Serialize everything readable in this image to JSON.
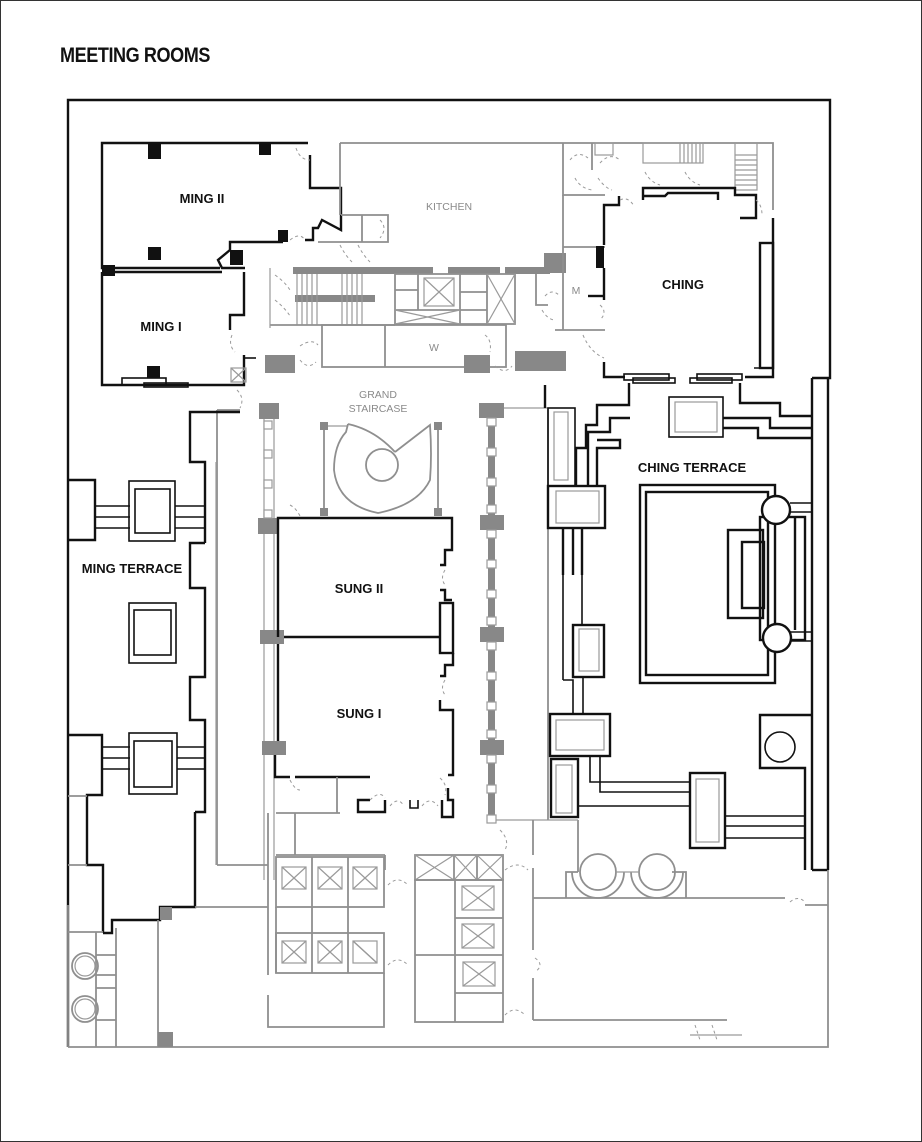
{
  "page": {
    "title": "MEETING ROOMS"
  },
  "rooms": {
    "ming_ii": "MING II",
    "ming_i": "MING I",
    "kitchen": "KITCHEN",
    "ching": "CHING",
    "men_restroom": "M",
    "women_restroom": "W",
    "grand_staircase_line1": "GRAND",
    "grand_staircase_line2": "STAIRCASE",
    "ming_terrace": "MING TERRACE",
    "ching_terrace": "CHING TERRACE",
    "sung_ii": "SUNG II",
    "sung_i": "SUNG I"
  },
  "colors": {
    "meeting_room_walls": "#111111",
    "service_walls": "#8f8f8f",
    "columns_grey": "#888888",
    "columns_black": "#111111",
    "background": "#ffffff"
  },
  "legend_icons": {
    "elevator": "elevator-x-box-icon",
    "door": "door-swing-icon",
    "stairs": "stairs-icon",
    "column": "column-block-icon",
    "planter": "planter-box-icon"
  }
}
